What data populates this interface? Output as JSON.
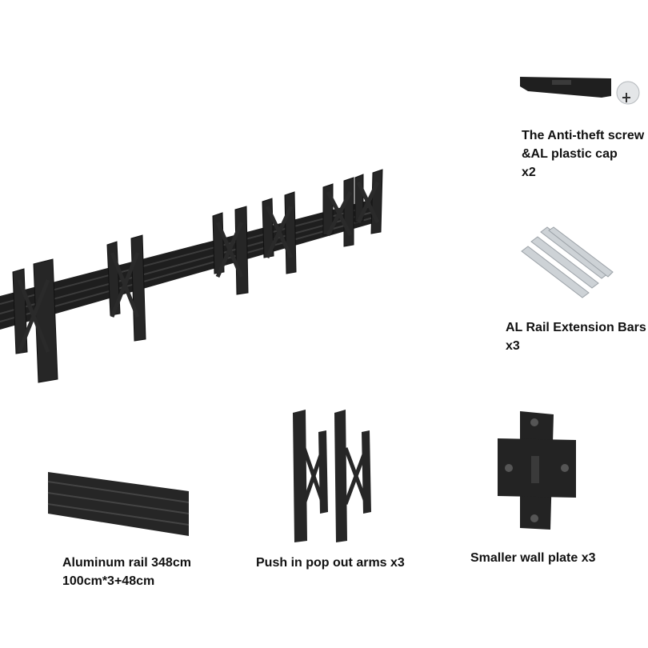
{
  "colors": {
    "metal": "#262626",
    "metal_dark": "#161616",
    "aluminum": "#c9ced3",
    "background": "#ffffff"
  },
  "icons": [
    "wall-mount-assembly-image",
    "anti-theft-screw-cap-image",
    "rail-extension-bars-image",
    "aluminum-rail-image",
    "pop-out-arms-image",
    "wall-plate-image"
  ],
  "items": {
    "anti_theft": {
      "line1": "The Anti-theft screw",
      "line2": "&AL plastic cap",
      "line3": "x2"
    },
    "extension_bars": {
      "line1": "AL Rail Extension Bars",
      "line2": "x3"
    },
    "rail": {
      "line1": "Aluminum rail 348cm",
      "line2": "100cm*3+48cm"
    },
    "arms": {
      "line1": "Push in pop out arms x3"
    },
    "wall_plate": {
      "line1": "Smaller wall plate x3"
    }
  }
}
